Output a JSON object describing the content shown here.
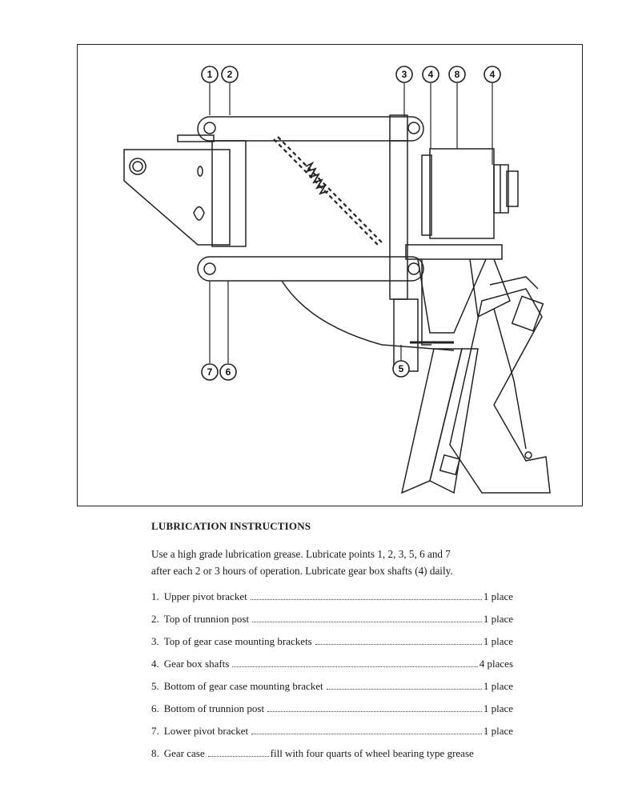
{
  "figure": {
    "callouts_top": [
      "1",
      "2",
      "3",
      "4",
      "8",
      "4"
    ],
    "callouts_bottom": [
      "7",
      "6",
      "5"
    ]
  },
  "heading": "LUBRICATION INSTRUCTIONS",
  "intro": {
    "line1": "Use a high grade lubrication grease. Lubricate points 1, 2, 3, 5, 6 and 7",
    "line2": "after each 2 or 3 hours of operation. Lubricate gear box shafts (4) daily."
  },
  "points": [
    {
      "num": "1.",
      "text": "Upper pivot bracket",
      "qty": "1 place"
    },
    {
      "num": "2.",
      "text": "Top of trunnion post",
      "qty": "1 place"
    },
    {
      "num": "3.",
      "text": "Top of gear case mounting brackets",
      "qty": "1 place"
    },
    {
      "num": "4.",
      "text": "Gear box shafts",
      "qty": "4 places"
    },
    {
      "num": "5.",
      "text": "Bottom of gear case mounting bracket",
      "qty": "1 place"
    },
    {
      "num": "6.",
      "text": "Bottom of trunnion post",
      "qty": "1 place"
    },
    {
      "num": "7.",
      "text": "Lower pivot bracket",
      "qty": "1 place"
    },
    {
      "num": "8.",
      "text": "Gear case",
      "qty": "fill with four quarts of wheel bearing type grease"
    }
  ]
}
